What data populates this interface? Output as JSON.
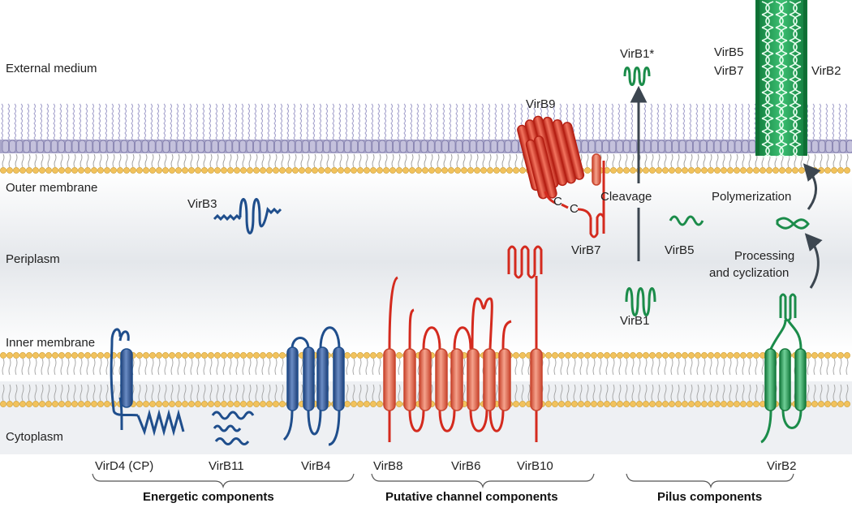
{
  "regions": {
    "external": "External medium",
    "outer": "Outer membrane",
    "periplasm": "Periplasm",
    "inner": "Inner membrane",
    "cytoplasm": "Cytoplasm"
  },
  "proteins": {
    "virb1_star": "VirB1*",
    "virb5_top": "VirB5",
    "virb7_top": "VirB7",
    "virb2_top": "VirB2",
    "virb9": "VirB9",
    "virb3": "VirB3",
    "virb7": "VirB7",
    "virb5": "VirB5",
    "virb1": "VirB1",
    "virb2": "VirB2",
    "virb4": "VirB4",
    "virb8": "VirB8",
    "virb6": "VirB6",
    "virb10": "VirB10",
    "virb11": "VirB11",
    "vird4": "VirD4 (CP)",
    "cys_c1": "C",
    "cys_c2": "C"
  },
  "processes": {
    "cleavage": "Cleavage",
    "polymerization": "Polymerization",
    "processing_1": "Processing",
    "processing_2": "and cyclization"
  },
  "groups": {
    "energetic": "Energetic components",
    "channel": "Putative channel components",
    "pilus": "Pilus components"
  },
  "colors": {
    "blue": "#1f4e8c",
    "red": "#d42a1e",
    "salmon": "#e8705a",
    "green": "#1b8c4a",
    "membrane_head": "#f2c25c",
    "lps_core": "#a9a6c9",
    "lps_chain": "#8a86bd",
    "arrow": "#3c4650"
  }
}
